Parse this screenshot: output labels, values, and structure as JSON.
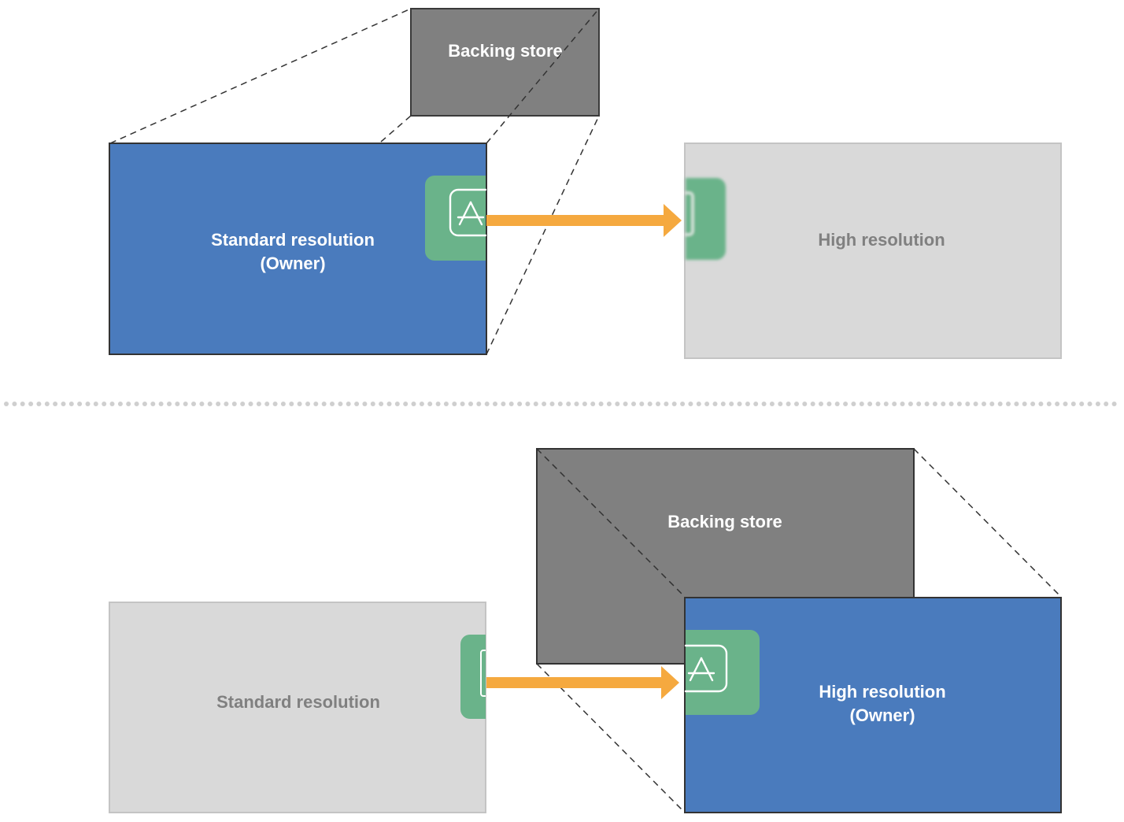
{
  "top_panel": {
    "backing_store_label": "Backing store",
    "owner_label_line1": "Standard resolution",
    "owner_label_line2": "(Owner)",
    "other_label": "High resolution"
  },
  "bottom_panel": {
    "backing_store_label": "Backing store",
    "owner_label_line1": "High resolution",
    "owner_label_line2": "(Owner)",
    "other_label": "Standard resolution"
  },
  "icon": "app-store-icon",
  "colors": {
    "owner_fill": "#4a7bbd",
    "backing_store_fill": "#808080",
    "inactive_fill": "#d9d9d9",
    "inactive_text": "#808080",
    "icon_fill": "#6ab38a",
    "arrow": "#f5a93f",
    "divider": "#cfcfcf"
  }
}
